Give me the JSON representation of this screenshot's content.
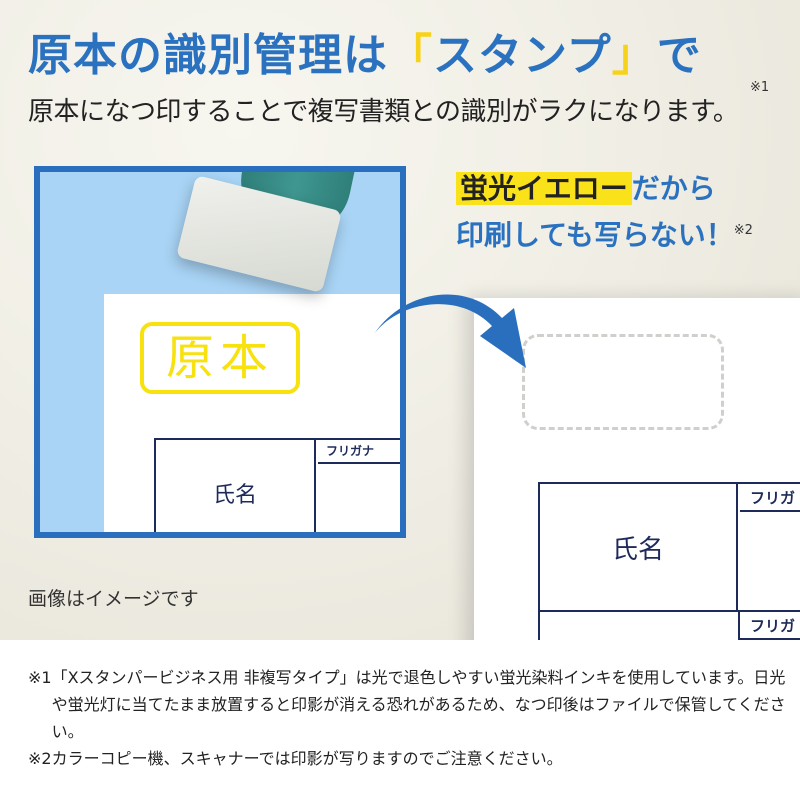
{
  "headline": {
    "prefix": "原本の識別管理は",
    "open_bracket": "「",
    "keyword": "スタンプ",
    "close_bracket": "」",
    "suffix": "で"
  },
  "subline": {
    "text": "原本になつ印することで複写書類との識別がラクになります。",
    "note_ref": "※1"
  },
  "callout": {
    "highlight": "蛍光イエロー",
    "line1_rest": "だから",
    "line2": "印刷しても写らない！",
    "note_ref": "※2"
  },
  "left_image": {
    "stamp_text": "原本",
    "form": {
      "name_label": "氏名",
      "furigana_label": "フリガナ"
    }
  },
  "right_image": {
    "form": {
      "name_label": "氏名",
      "furigana_label": "フリガ",
      "furigana_label_2": "フリガ"
    }
  },
  "caption": "画像はイメージです",
  "footnotes": [
    {
      "mark": "※1",
      "text": "「Xスタンパービジネス用 非複写タイプ」は光で退色しやすい蛍光染料インキを使用しています。日光や蛍光灯に当てたまま放置すると印影が消える恐れがあるため、なつ印後はファイルで保管してください。"
    },
    {
      "mark": "※2",
      "text": "カラーコピー機、スキャナーでは印影が写りますのでご注意ください。"
    }
  ],
  "colors": {
    "brand_blue": "#2a71c0",
    "highlight_yellow": "#f9e21a",
    "stamp_yellow": "#f7e10e",
    "form_navy": "#1e2a5a",
    "frame_bg": "#a9d4f5"
  }
}
